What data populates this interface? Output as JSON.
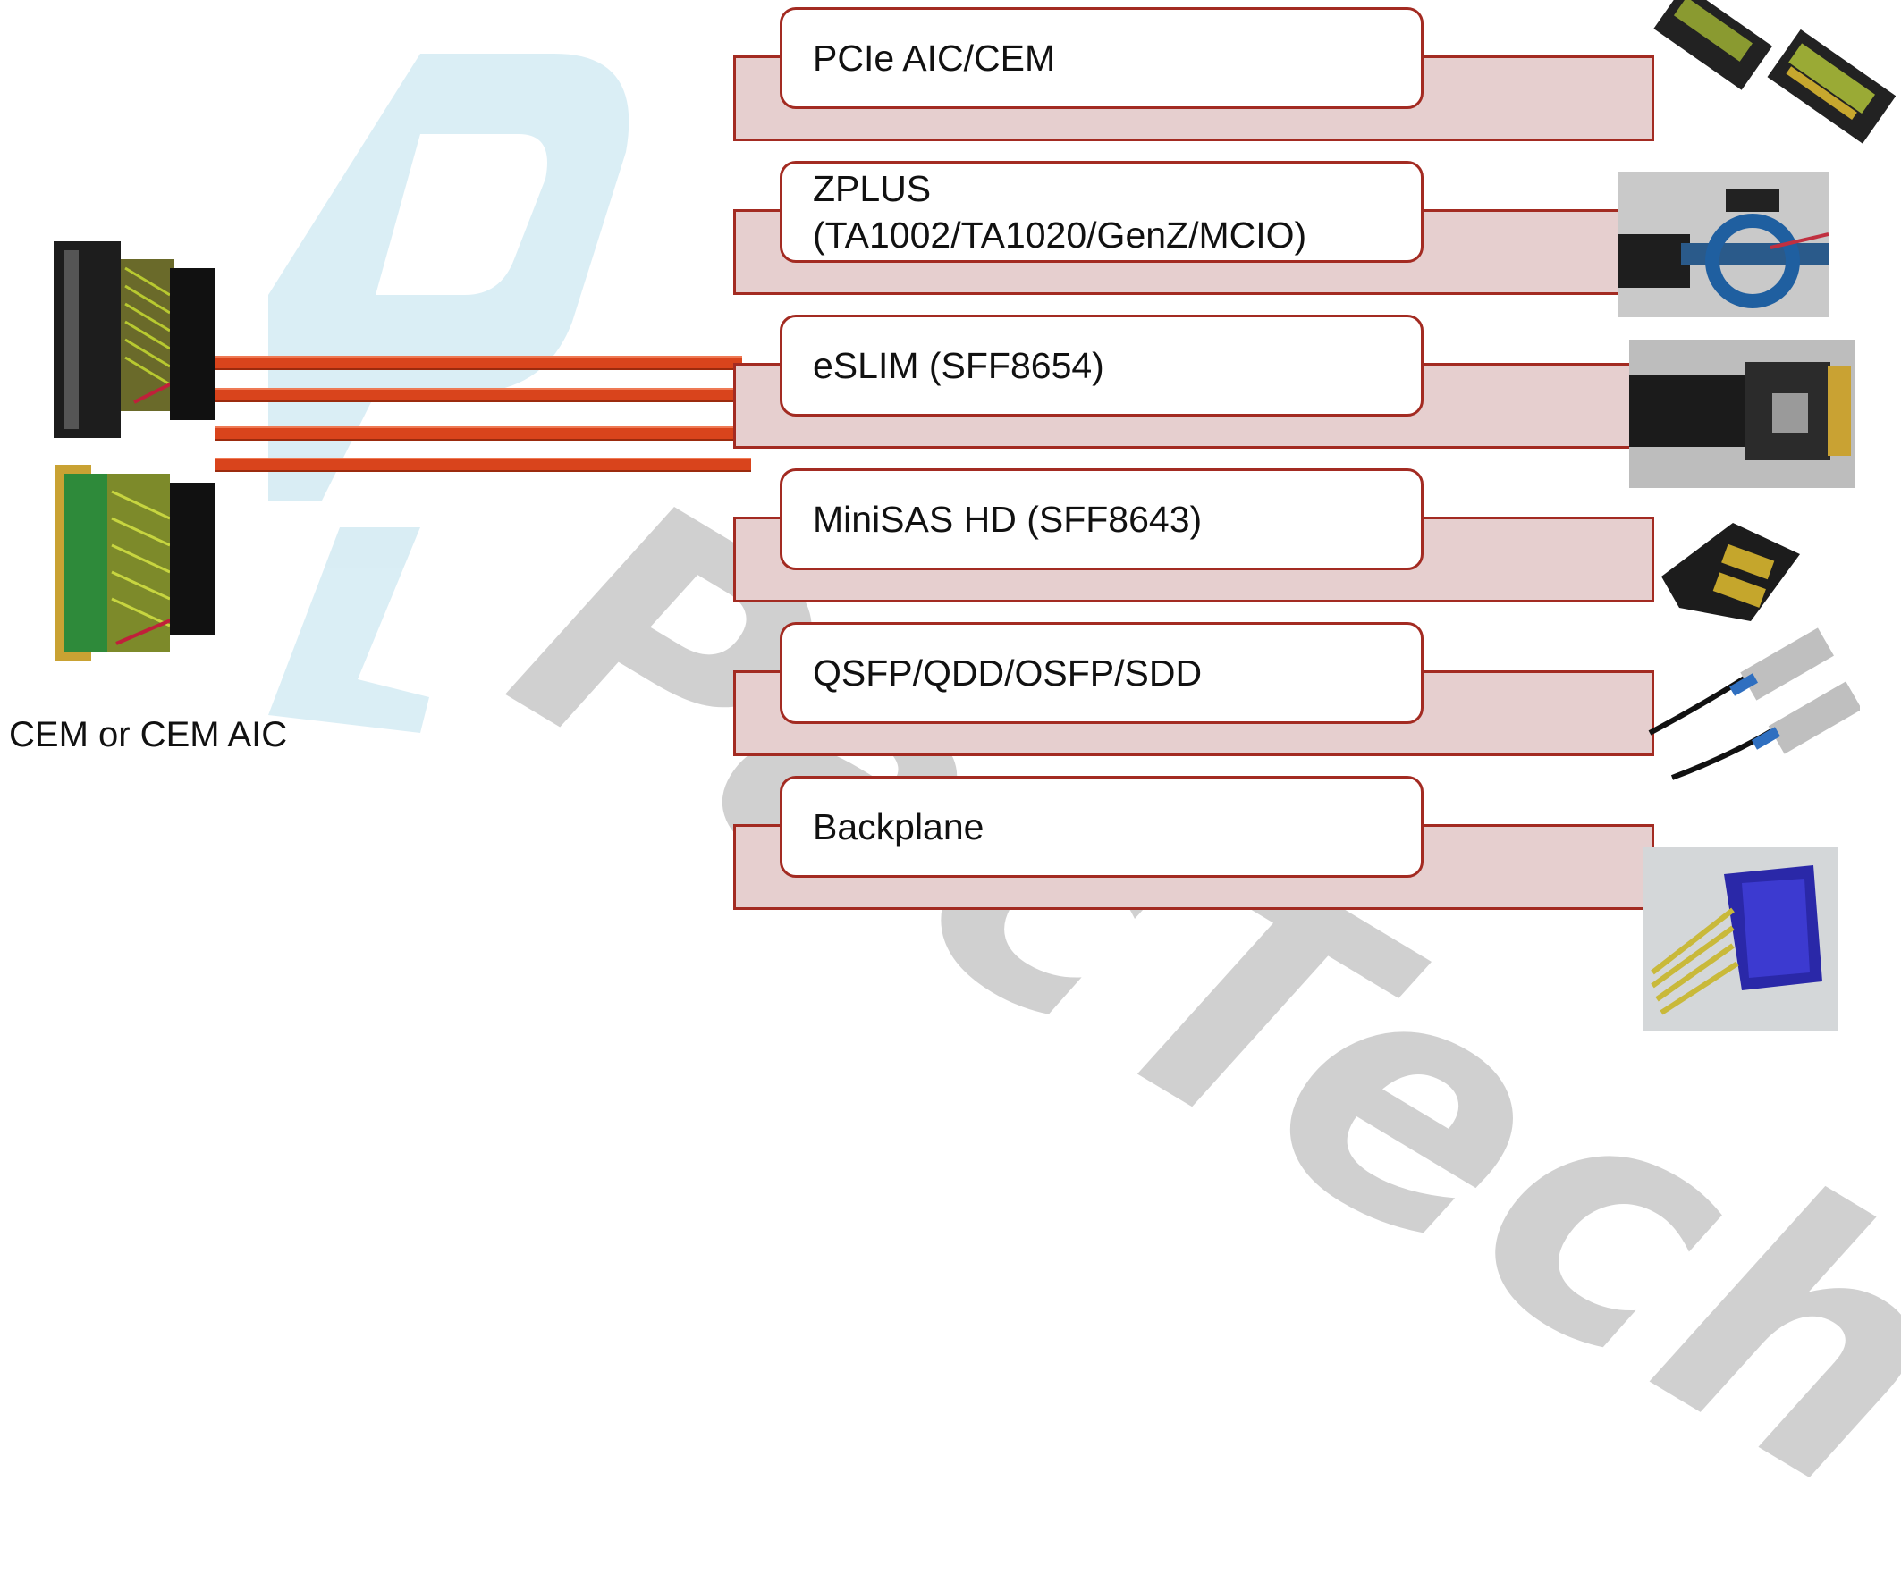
{
  "left_connector": {
    "label": "CEM or CEM AIC"
  },
  "connector_types": [
    {
      "label": "PCIe AIC/CEM",
      "image": "pcie-cem-connector-image"
    },
    {
      "label": "ZPLUS\n(TA1002/TA1020/GenZ/MCIO)",
      "image": "zplus-connector-image"
    },
    {
      "label": "eSLIM (SFF8654)",
      "image": "eslim-connector-image"
    },
    {
      "label": "MiniSAS HD (SFF8643)",
      "image": "minisas-hd-connector-image"
    },
    {
      "label": "QSFP/QDD/OSFP/SDD",
      "image": "qsfp-cable-image"
    },
    {
      "label": "Backplane",
      "image": "backplane-connector-image"
    }
  ],
  "watermark": {
    "text": "PacTech"
  },
  "colors": {
    "cable": "#d9441c",
    "box_border": "#a32b22",
    "box_fill": "#e6cfcf",
    "watermark_blue": "#cfe9f2",
    "watermark_gray": "#999999"
  }
}
